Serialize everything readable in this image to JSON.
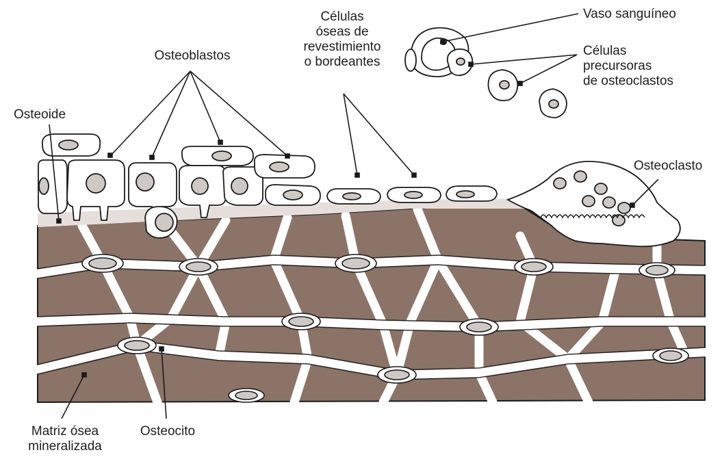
{
  "labels": {
    "osteoblastos": "Osteoblastos",
    "osteoide": "Osteoide",
    "lining_1": "Células",
    "lining_2": "óseas de",
    "lining_3": "revestimiento",
    "lining_4": "o bordeantes",
    "vaso": "Vaso sanguíneo",
    "precursor_1": "Células",
    "precursor_2": "precursoras",
    "precursor_3": "de osteoclastos",
    "osteoclasto": "Osteoclasto",
    "matriz_1": "Matriz ósea",
    "matriz_2": "mineralizada",
    "osteocito": "Osteocito"
  },
  "colors": {
    "matrix": "#8c7367",
    "osteoid": "#e6dedb",
    "nucleus": "#cfc9c5",
    "outline": "#1a1a1a",
    "background": "#ffffff"
  }
}
